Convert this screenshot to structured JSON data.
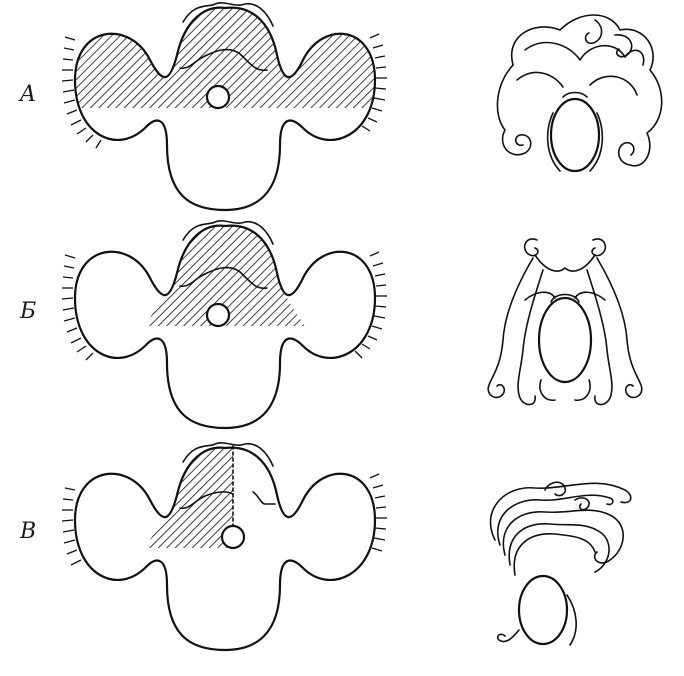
{
  "figure": {
    "rows": [
      {
        "id": "A",
        "label": "A"
      },
      {
        "id": "B",
        "label": "Б"
      },
      {
        "id": "C",
        "label": "В"
      }
    ],
    "colors": {
      "ink": "#111111",
      "paper": "#ffffff"
    }
  }
}
